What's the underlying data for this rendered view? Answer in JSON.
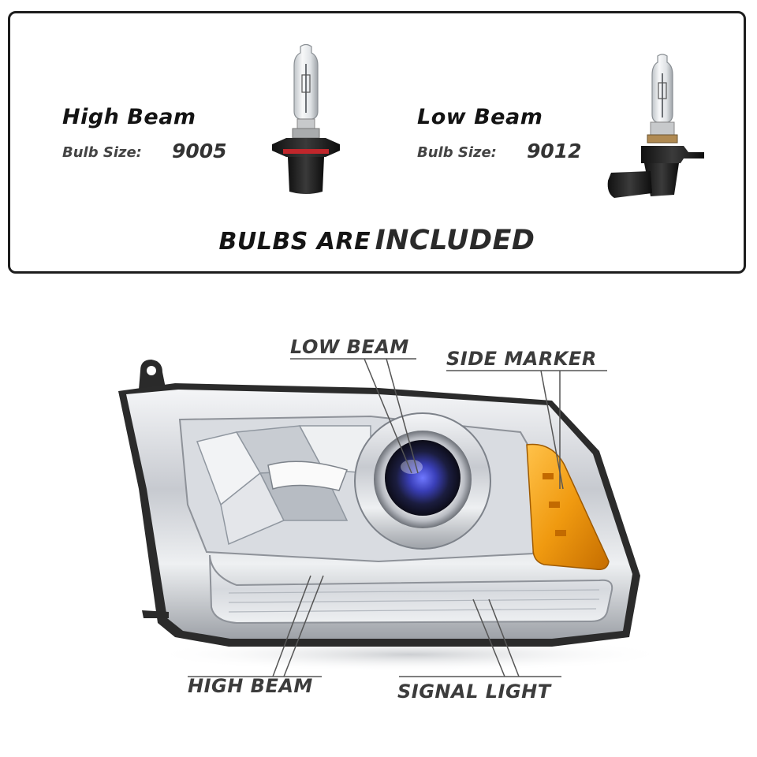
{
  "bulbs": {
    "high": {
      "title": "High Beam",
      "size_label": "Bulb Size:",
      "size_value": "9005",
      "icon": "halogen-bulb-9005"
    },
    "low": {
      "title": "Low Beam",
      "size_label": "Bulb Size:",
      "size_value": "9012",
      "icon": "halogen-bulb-9012"
    },
    "included_prefix": "BULBS ARE",
    "included_emphasis": "INCLUDED"
  },
  "callouts": {
    "low_beam": "LOW BEAM",
    "side_marker": "SIDE MARKER",
    "high_beam": "HIGH BEAM",
    "signal_light": "SIGNAL LIGHT"
  },
  "colors": {
    "frame": "#1d1d1d",
    "chrome": "#c9ccd2",
    "amber_marker": "#f09a10",
    "projector_lens": "#3a3fb8"
  }
}
